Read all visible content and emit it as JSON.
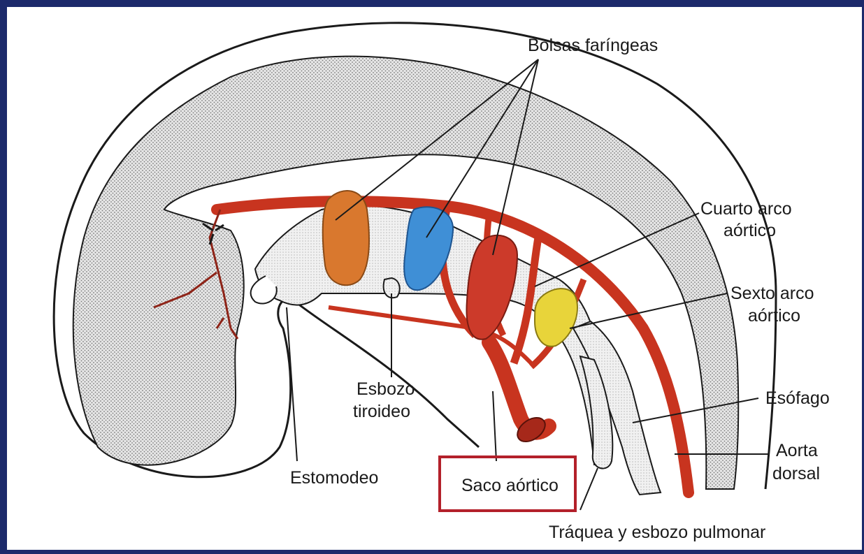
{
  "labels": {
    "bolsas": "Bolsas faríngeas",
    "cuarto_l1": "Cuarto arco",
    "cuarto_l2": "aórtico",
    "sexto_l1": "Sexto arco",
    "sexto_l2": "aórtico",
    "esbozo_l1": "Esbozo",
    "esbozo_l2": "tiroideo",
    "esofago": "Esófago",
    "aorta_l1": "Aorta",
    "aorta_l2": "dorsal",
    "estomodeo": "Estomodeo",
    "saco": "Saco aórtico",
    "traquea": "Tráquea y esbozo pulmonar"
  },
  "colors": {
    "frame": "#1c2a6b",
    "artery": "#c8341f",
    "pouch_orange": "#d9782e",
    "pouch_blue": "#3f8fd6",
    "pouch_red": "#cc3a2a",
    "pouch_yellow": "#e8d43a",
    "tissue": "#cfcfcf",
    "highlight_box": "#b3202a"
  }
}
